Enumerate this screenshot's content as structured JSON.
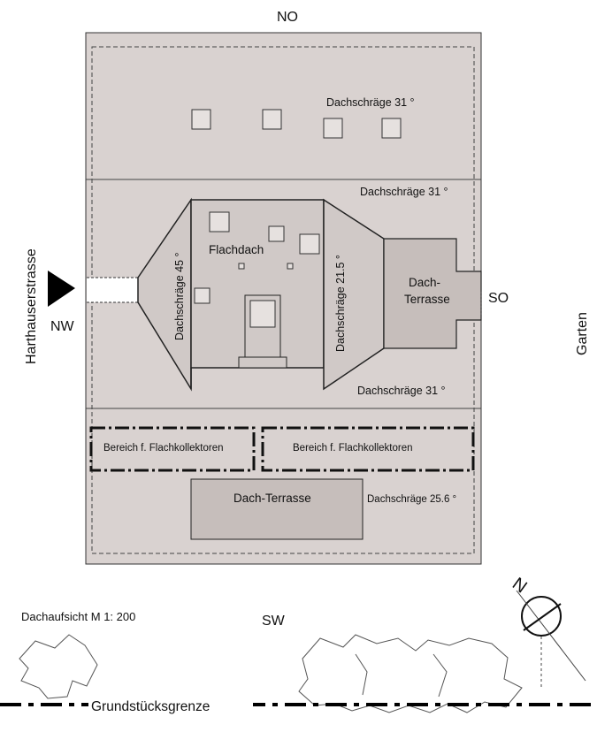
{
  "compass_labels": {
    "north_east": "NO",
    "south_west": "SW",
    "south_east": "SO",
    "north_west": "NW",
    "north_arrow": "N"
  },
  "street_name": "Harthauserstrasse",
  "garden_label": "Garten",
  "roof": {
    "slope_upper": "Dachschräge 31 °",
    "slope_middle_top": "Dachschräge 31 °",
    "slope_middle_bottom": "Dachschräge 31 °",
    "slope_left": "Dachschräge 45 °",
    "slope_right": "Dachschräge 21.5 °",
    "slope_lower": "Dachschräge 25.6 °",
    "flat_roof": "Flachdach",
    "terrace_right_line1": "Dach-",
    "terrace_right_line2": "Terrasse",
    "terrace_bottom": "Dach-Terrasse",
    "collector_area_left": "Bereich f. Flachkollektoren",
    "collector_area_right": "Bereich f. Flachkollektoren"
  },
  "scale_label": "Dachaufsicht M 1: 200",
  "property_line_label": "Grundstücksgrenze"
}
